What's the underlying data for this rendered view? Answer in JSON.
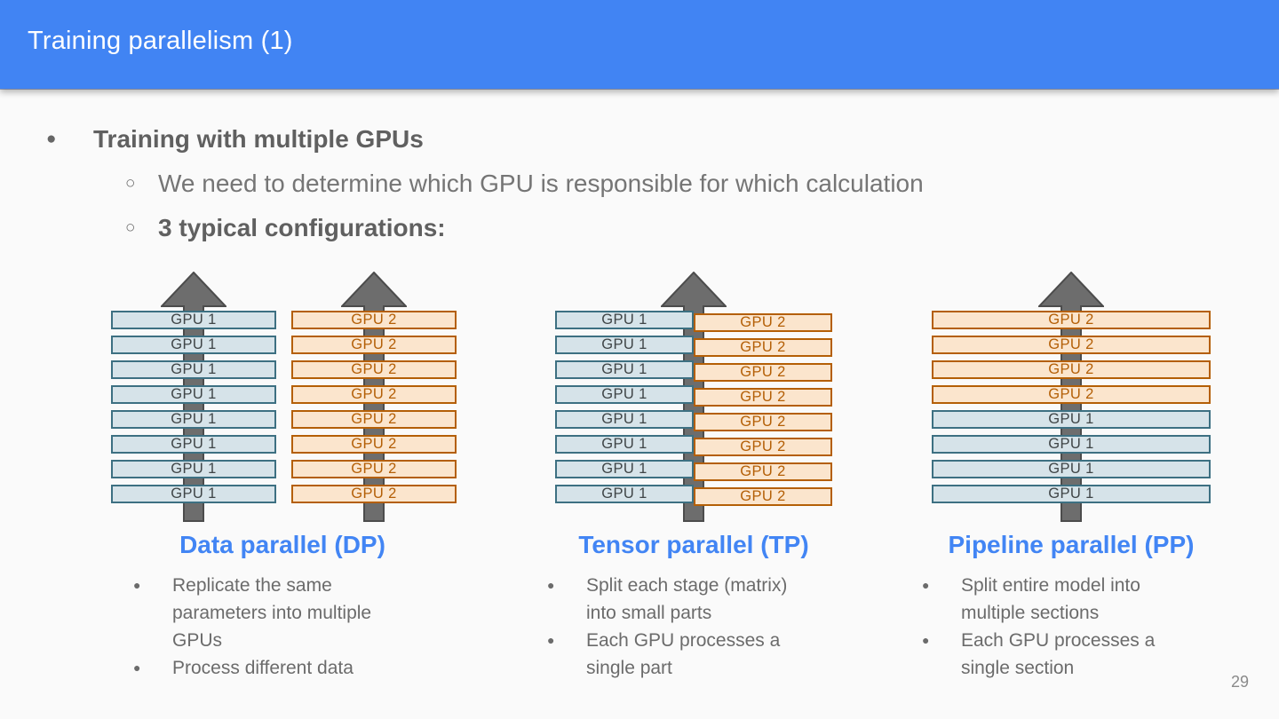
{
  "header": {
    "title": "Training parallelism (1)"
  },
  "markers": {
    "filled": "●",
    "hollow": "○"
  },
  "bullets": {
    "level1": "Training with multiple GPUs",
    "items": [
      {
        "text": "We need to determine which GPU is responsible for which calculation",
        "emphasis": "normal"
      },
      {
        "text": "3 typical configurations:",
        "emphasis": "bold"
      }
    ]
  },
  "diagrams": [
    {
      "name": "data-parallel",
      "caption": "Data parallel (DP)",
      "notes": [
        "Replicate the same parameters into multiple GPUs",
        "Process different data"
      ],
      "rows": [
        [
          {
            "label": "GPU 1",
            "variant": "teal",
            "span": "left-col"
          },
          {
            "label": "GPU 2",
            "variant": "orange",
            "span": "right-col"
          }
        ],
        [
          {
            "label": "GPU 1",
            "variant": "teal",
            "span": "left-col"
          },
          {
            "label": "GPU 2",
            "variant": "orange",
            "span": "right-col"
          }
        ],
        [
          {
            "label": "GPU 1",
            "variant": "teal",
            "span": "left-col"
          },
          {
            "label": "GPU 2",
            "variant": "orange",
            "span": "right-col"
          }
        ],
        [
          {
            "label": "GPU 1",
            "variant": "teal",
            "span": "left-col"
          },
          {
            "label": "GPU 2",
            "variant": "orange",
            "span": "right-col"
          }
        ],
        [
          {
            "label": "GPU 1",
            "variant": "teal",
            "span": "left-col"
          },
          {
            "label": "GPU 2",
            "variant": "orange",
            "span": "right-col"
          }
        ],
        [
          {
            "label": "GPU 1",
            "variant": "teal",
            "span": "left-col"
          },
          {
            "label": "GPU 2",
            "variant": "orange",
            "span": "right-col"
          }
        ],
        [
          {
            "label": "GPU 1",
            "variant": "teal",
            "span": "left-col"
          },
          {
            "label": "GPU 2",
            "variant": "orange",
            "span": "right-col"
          }
        ],
        [
          {
            "label": "GPU 1",
            "variant": "teal",
            "span": "left-col"
          },
          {
            "label": "GPU 2",
            "variant": "orange",
            "span": "right-col"
          }
        ]
      ]
    },
    {
      "name": "tensor-parallel",
      "caption": "Tensor parallel (TP)",
      "notes": [
        "Split each stage (matrix) into small parts",
        "Each GPU processes a single part"
      ],
      "rows": [
        [
          {
            "label": "GPU 1",
            "variant": "teal",
            "span": "left-half"
          },
          {
            "label": "GPU 2",
            "variant": "orange",
            "span": "right-half"
          }
        ],
        [
          {
            "label": "GPU 1",
            "variant": "teal",
            "span": "left-half"
          },
          {
            "label": "GPU 2",
            "variant": "orange",
            "span": "right-half"
          }
        ],
        [
          {
            "label": "GPU 1",
            "variant": "teal",
            "span": "left-half"
          },
          {
            "label": "GPU 2",
            "variant": "orange",
            "span": "right-half"
          }
        ],
        [
          {
            "label": "GPU 1",
            "variant": "teal",
            "span": "left-half"
          },
          {
            "label": "GPU 2",
            "variant": "orange",
            "span": "right-half"
          }
        ],
        [
          {
            "label": "GPU 1",
            "variant": "teal",
            "span": "left-half"
          },
          {
            "label": "GPU 2",
            "variant": "orange",
            "span": "right-half"
          }
        ],
        [
          {
            "label": "GPU 1",
            "variant": "teal",
            "span": "left-half"
          },
          {
            "label": "GPU 2",
            "variant": "orange",
            "span": "right-half"
          }
        ],
        [
          {
            "label": "GPU 1",
            "variant": "teal",
            "span": "left-half"
          },
          {
            "label": "GPU 2",
            "variant": "orange",
            "span": "right-half"
          }
        ],
        [
          {
            "label": "GPU 1",
            "variant": "teal",
            "span": "left-half"
          },
          {
            "label": "GPU 2",
            "variant": "orange",
            "span": "right-half"
          }
        ]
      ]
    },
    {
      "name": "pipeline-parallel",
      "caption": "Pipeline parallel (PP)",
      "notes": [
        "Split entire model into multiple sections",
        "Each GPU processes a single section"
      ],
      "rows": [
        [
          {
            "label": "GPU 2",
            "variant": "orange",
            "span": "full"
          }
        ],
        [
          {
            "label": "GPU 2",
            "variant": "orange",
            "span": "full"
          }
        ],
        [
          {
            "label": "GPU 2",
            "variant": "orange",
            "span": "full"
          }
        ],
        [
          {
            "label": "GPU 2",
            "variant": "orange",
            "span": "full"
          }
        ],
        [
          {
            "label": "GPU 1",
            "variant": "teal",
            "span": "full"
          }
        ],
        [
          {
            "label": "GPU 1",
            "variant": "teal",
            "span": "full"
          }
        ],
        [
          {
            "label": "GPU 1",
            "variant": "teal",
            "span": "full"
          }
        ],
        [
          {
            "label": "GPU 1",
            "variant": "teal",
            "span": "full"
          }
        ]
      ]
    }
  ],
  "footer": {
    "page_number": "29"
  },
  "colors": {
    "bg": "#fafafa",
    "header_blue": "#4184f3",
    "caption_blue": "#4285f4",
    "teal_fill": "#d6e3e9",
    "teal_border": "#3d7082",
    "orange_fill": "#fbe5cd",
    "orange_border": "#b45f06",
    "arrow_gray": "#6d6d6d",
    "text_gray": "#666666"
  }
}
